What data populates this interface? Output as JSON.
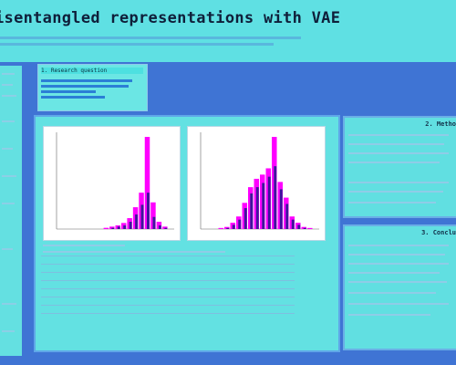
{
  "poster": {
    "title": "isentangled representations with VAE",
    "section1_heading": "1. Research question",
    "panel_right_1_heading": "2. Metho",
    "panel_right_2_heading": "3. Conclu"
  },
  "chart_data": [
    {
      "type": "bar",
      "title": "",
      "xlabel": "",
      "ylabel": "",
      "series": [
        {
          "values": [
            0,
            0,
            0,
            0,
            0,
            0,
            0,
            0,
            1,
            2,
            3,
            5,
            9,
            18,
            30,
            76,
            22,
            6,
            2,
            0
          ]
        },
        {
          "values": [
            0,
            0,
            0,
            0,
            0,
            0,
            0,
            0,
            0,
            1,
            2,
            3,
            6,
            12,
            20,
            30,
            10,
            3,
            1,
            0
          ]
        }
      ]
    },
    {
      "type": "bar",
      "title": "",
      "xlabel": "",
      "ylabel": "",
      "series": [
        {
          "values": [
            0,
            0,
            0,
            1,
            2,
            6,
            12,
            25,
            40,
            48,
            52,
            58,
            88,
            45,
            30,
            12,
            6,
            2,
            1,
            0
          ]
        },
        {
          "values": [
            0,
            0,
            0,
            0,
            1,
            4,
            9,
            20,
            34,
            40,
            44,
            50,
            60,
            38,
            24,
            9,
            4,
            1,
            0,
            0
          ]
        }
      ]
    }
  ]
}
